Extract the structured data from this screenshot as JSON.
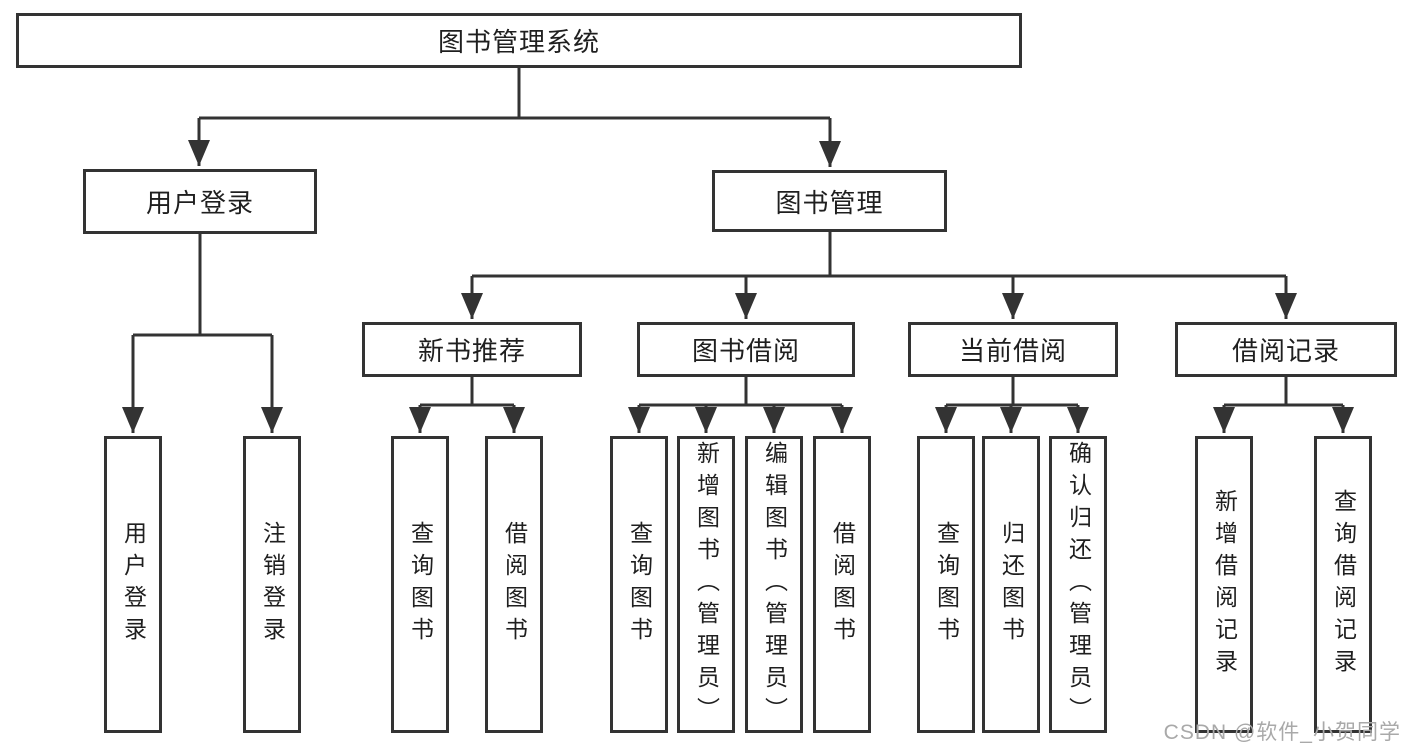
{
  "diagram_title": "图书管理系统",
  "tree": {
    "label": "图书管理系统",
    "children": [
      {
        "label": "用户登录",
        "children": [
          {
            "label": "用户登录"
          },
          {
            "label": "注销登录"
          }
        ]
      },
      {
        "label": "图书管理",
        "children": [
          {
            "label": "新书推荐",
            "children": [
              {
                "label": "查询图书"
              },
              {
                "label": "借阅图书"
              }
            ]
          },
          {
            "label": "图书借阅",
            "children": [
              {
                "label": "查询图书"
              },
              {
                "label": "新增图书（管理员）"
              },
              {
                "label": "编辑图书（管理员）"
              },
              {
                "label": "借阅图书"
              }
            ]
          },
          {
            "label": "当前借阅",
            "children": [
              {
                "label": "查询图书"
              },
              {
                "label": "归还图书"
              },
              {
                "label": "确认归还（管理员）"
              }
            ]
          },
          {
            "label": "借阅记录",
            "children": [
              {
                "label": "新增借阅记录"
              },
              {
                "label": "查询借阅记录"
              }
            ]
          }
        ]
      }
    ]
  },
  "watermark": "CSDN @软件_小贺同学",
  "colors": {
    "line": "#333333",
    "text": "#1f1f1f",
    "watermark": "#a9a9a9",
    "background": "#ffffff"
  }
}
